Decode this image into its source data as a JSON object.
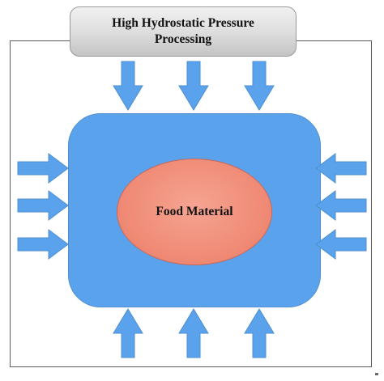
{
  "diagram": {
    "title_lines": [
      "High Hydrostatic Pressure",
      "Processing"
    ],
    "inner_label": "Food Material",
    "colors": {
      "chamber": "#5aa3ec",
      "food": "#ef8a75",
      "arrow": "#5aa3ec",
      "title_box": "#dcdcdc",
      "frame": "#5a5a5a"
    }
  }
}
